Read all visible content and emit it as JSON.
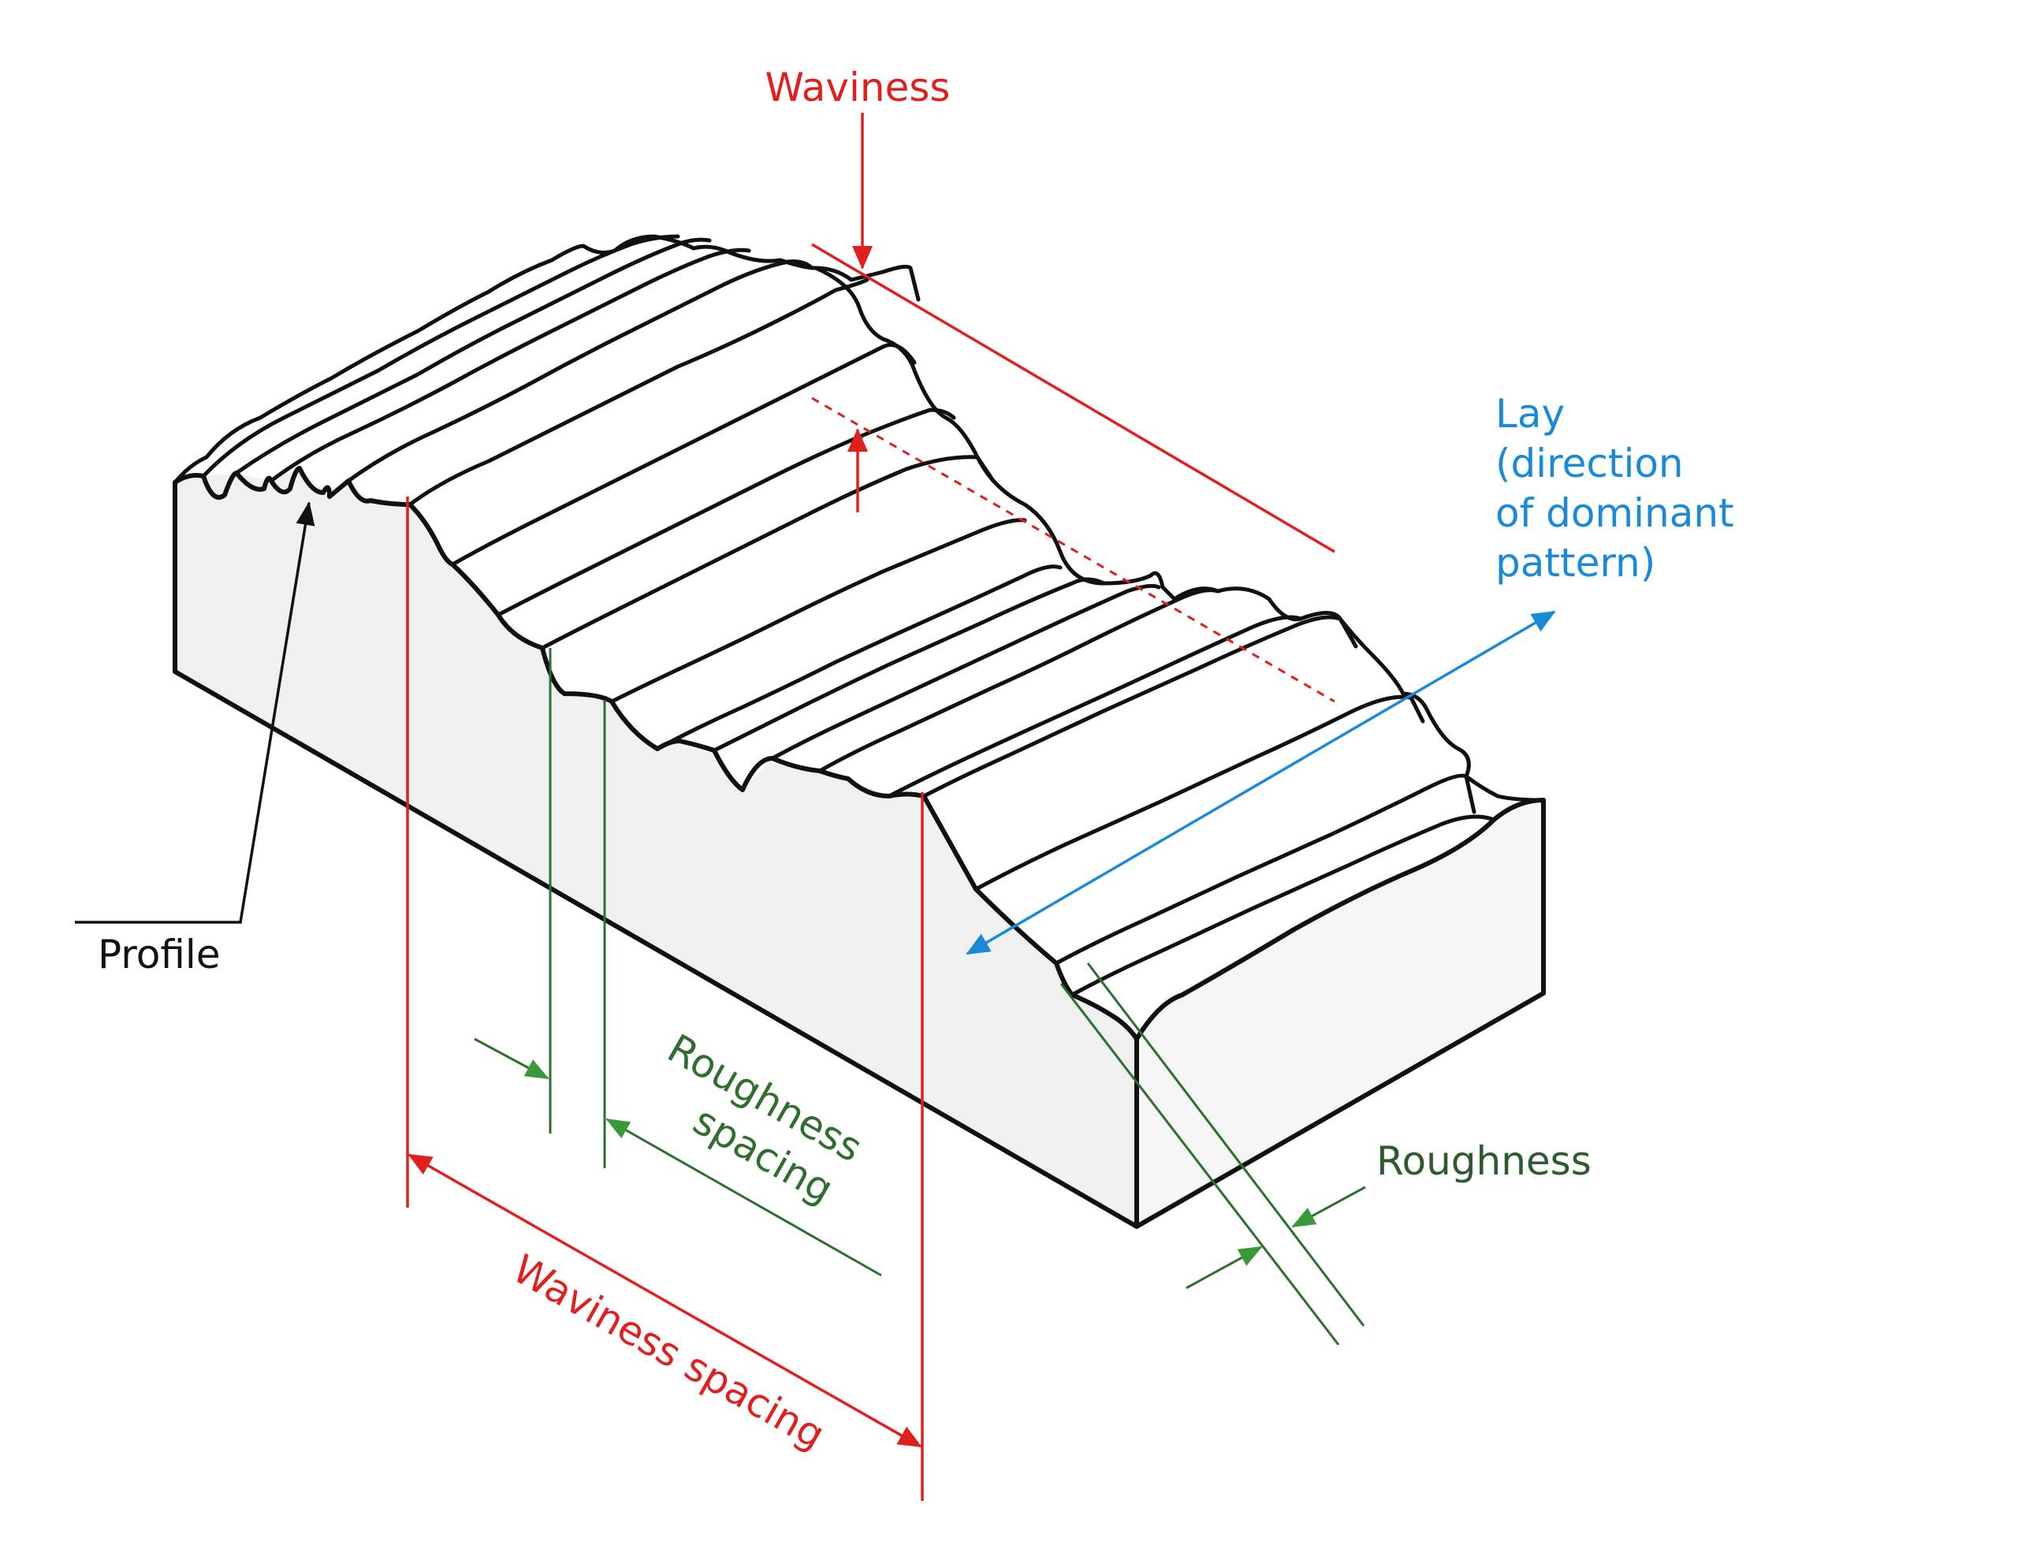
{
  "labels": {
    "waviness": "Waviness",
    "lay_line1": "Lay",
    "lay_line2": "(direction",
    "lay_line3": "of dominant",
    "lay_line4": "pattern)",
    "profile": "Profile",
    "roughness_spacing_line1": "Roughness",
    "roughness_spacing_line2": "spacing",
    "waviness_spacing": "Waviness spacing",
    "roughness": "Roughness"
  },
  "colors": {
    "waviness": "#e0201f",
    "lay": "#1a8ad8",
    "roughness": "#2e6e2e",
    "outline": "#111111"
  }
}
